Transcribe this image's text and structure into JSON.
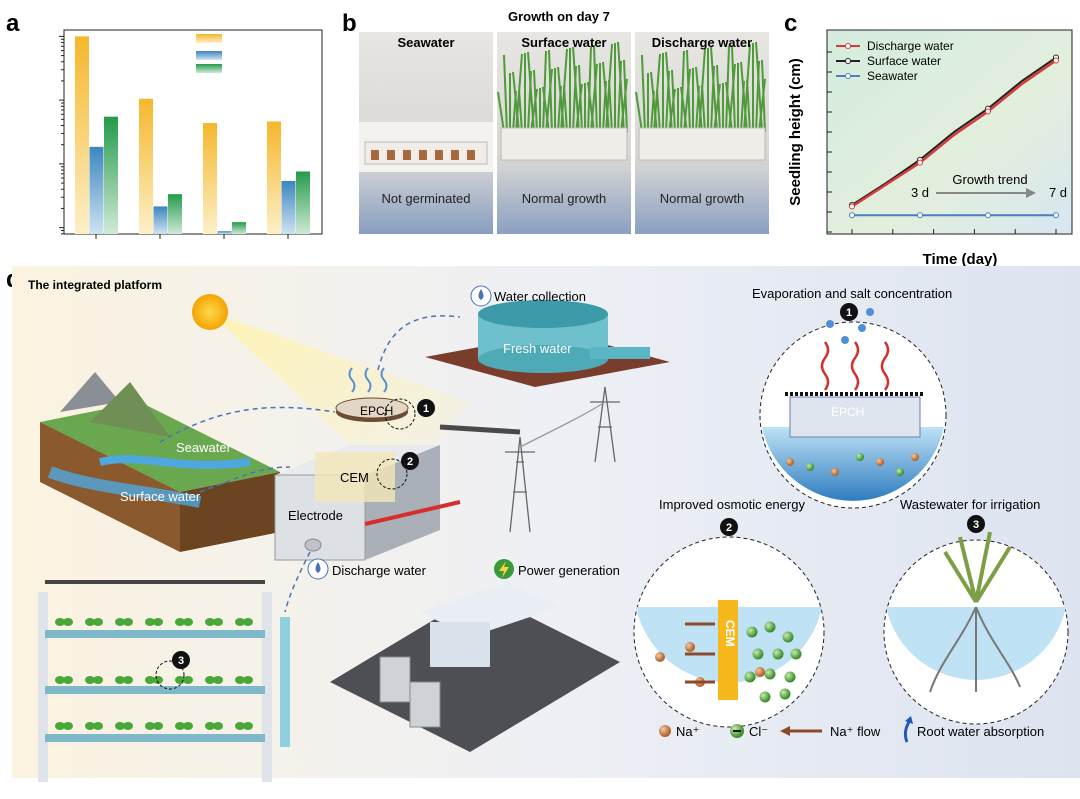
{
  "panels": {
    "a": "a",
    "b": "b",
    "c": "c",
    "d": "d"
  },
  "panel_a": {
    "chart_data": {
      "type": "bar",
      "categories": [
        "",
        "",
        "",
        ""
      ],
      "log_scale": true,
      "series": [
        {
          "values": [
            1.0,
            0.105,
            0.0437,
            0.0463
          ],
          "color": "#f5b72c"
        },
        {
          "values": [
            0.0185,
            0.00215,
            0.00088,
            0.0054
          ],
          "color": "#4d92c4"
        },
        {
          "values": [
            0.055,
            0.00335,
            0.00122,
            0.0076
          ],
          "color": "#2e9b52"
        }
      ]
    }
  },
  "panel_b": {
    "title": "Growth on day 7",
    "columns": [
      {
        "header": "Seawater",
        "caption": "Not germinated"
      },
      {
        "header": "Surface water",
        "caption": "Normal growth"
      },
      {
        "header": "Discharge water",
        "caption": "Normal growth"
      }
    ]
  },
  "panel_c": {
    "chart_data": {
      "type": "line",
      "xlabel": "Time (day)",
      "ylabel": "Seedling height (cm)",
      "x": [
        1,
        2,
        3,
        4,
        5,
        6,
        7
      ],
      "series": [
        {
          "name": "Discharge water",
          "color": "#d63a3a",
          "values": [
            0.3,
            1.05,
            1.8,
            2.75,
            3.55,
            4.5,
            5.3
          ]
        },
        {
          "name": "Surface water",
          "color": "#222222",
          "values": [
            0.35,
            1.1,
            1.9,
            2.85,
            3.65,
            4.6,
            5.4
          ]
        },
        {
          "name": "Seawater",
          "color": "#4a7fc1",
          "values": [
            0,
            0,
            0,
            0,
            0,
            0,
            0
          ]
        }
      ],
      "annotations": {
        "trend": "Growth trend",
        "start": "3 d",
        "end": "7 d"
      }
    }
  },
  "panel_d": {
    "title": "The integrated platform",
    "labels": {
      "water_collection": "Water collection",
      "fresh_water": "Fresh water",
      "epch": "EPCH",
      "cem": "CEM",
      "electrode": "Electrode",
      "seawater": "Seawater",
      "surface_water": "Surface water",
      "discharge_water": "Discharge water",
      "power_generation": "Power generation"
    },
    "steps": [
      "1",
      "2",
      "3"
    ],
    "insets": {
      "evaporation": {
        "title": "Evaporation and salt concentration",
        "epch": "EPCH"
      },
      "osmotic": {
        "title": "Improved osmotic energy",
        "cem": "CEM"
      },
      "irrigation": {
        "title": "Wastewater for irrigation"
      }
    },
    "legend": {
      "na": "Na⁺",
      "cl": "Cl⁻",
      "na_flow": "Na⁺ flow",
      "root": "Root water absorption"
    }
  }
}
